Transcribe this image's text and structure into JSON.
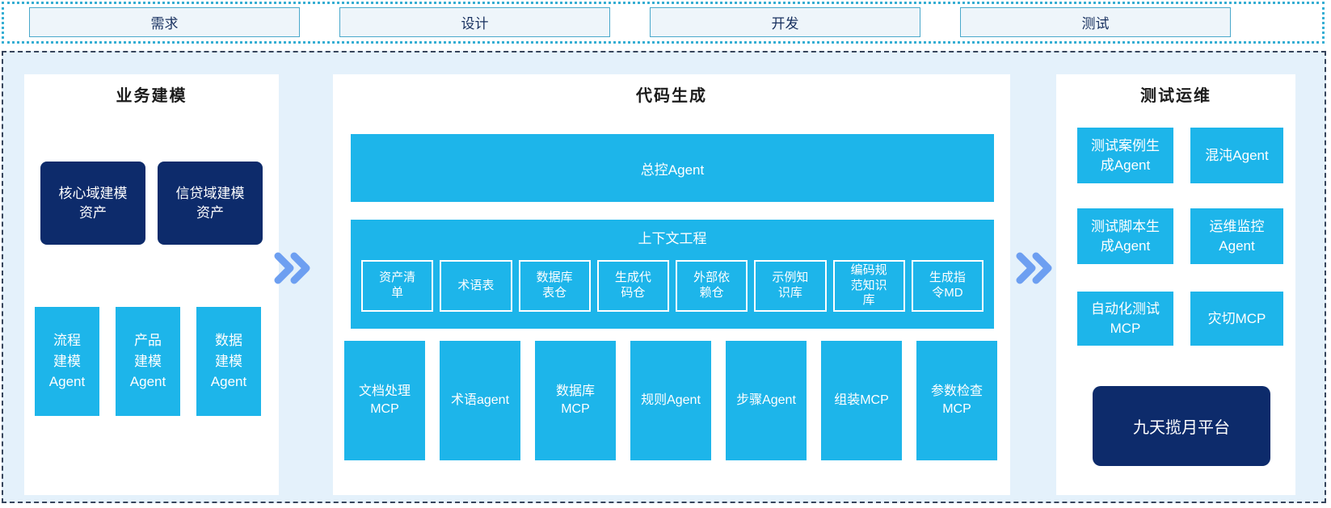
{
  "colors": {
    "cyan": "#1db5ea",
    "navy": "#0d2b6b",
    "container_bg": "#e4f1fb",
    "arrow": "#6d9ff1",
    "phase_box_bg": "#eef5fa",
    "phase_box_border": "#49a8cb",
    "top_dotted_border": "#35aed3",
    "main_dashed_border": "#36455c"
  },
  "phases": {
    "items": [
      {
        "label": "需求"
      },
      {
        "label": "设计"
      },
      {
        "label": "开发"
      },
      {
        "label": "测试"
      }
    ]
  },
  "left_panel": {
    "title": "业务建模",
    "assets": [
      {
        "label": "核心域建模\n资产"
      },
      {
        "label": "信贷域建模\n资产"
      }
    ],
    "agents": [
      {
        "label": "流程\n建模\nAgent"
      },
      {
        "label": "产品\n建模\nAgent"
      },
      {
        "label": "数据\n建模\nAgent"
      }
    ]
  },
  "middle_panel": {
    "title": "代码生成",
    "master_agent": "总控Agent",
    "context": {
      "title": "上下文工程",
      "items": [
        {
          "label": "资产清\n单"
        },
        {
          "label": "术语表"
        },
        {
          "label": "数据库\n表仓"
        },
        {
          "label": "生成代\n码仓"
        },
        {
          "label": "外部依\n赖仓"
        },
        {
          "label": "示例知\n识库"
        },
        {
          "label": "编码规\n范知识\n库"
        },
        {
          "label": "生成指\n令MD"
        }
      ]
    },
    "tools": [
      {
        "label": "文档处理\nMCP"
      },
      {
        "label": "术语agent"
      },
      {
        "label": "数据库\nMCP"
      },
      {
        "label": "规则Agent"
      },
      {
        "label": "步骤Agent"
      },
      {
        "label": "组装MCP"
      },
      {
        "label": "参数检查\nMCP"
      }
    ]
  },
  "right_panel": {
    "title": "测试运维",
    "boxes": [
      {
        "label": "测试案例生\n成Agent"
      },
      {
        "label": "混沌Agent"
      },
      {
        "label": "测试脚本生\n成Agent"
      },
      {
        "label": "运维监控\nAgent"
      },
      {
        "label": "自动化测试\nMCP"
      },
      {
        "label": "灾切MCP"
      }
    ],
    "platform": "九天揽月平台"
  }
}
